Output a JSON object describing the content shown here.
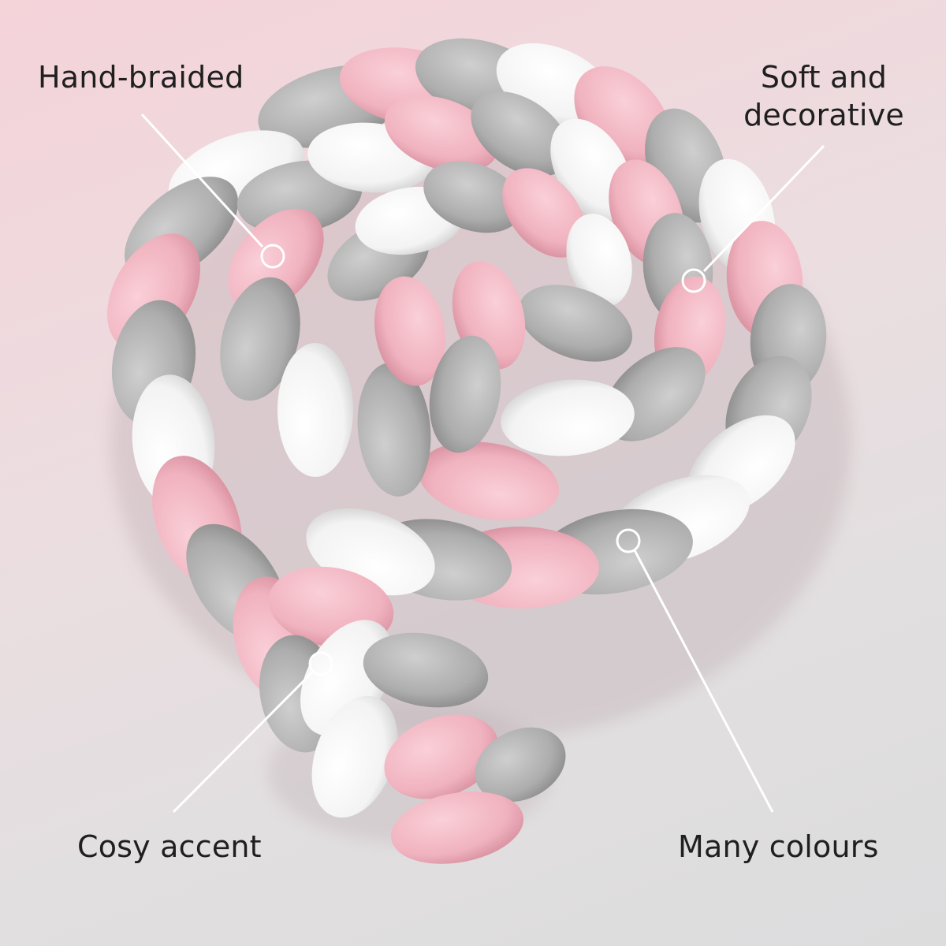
{
  "annotations": {
    "hand_braided": "Hand-braided",
    "soft_line1": "Soft and",
    "soft_line2": "decorative",
    "cosy_accent": "Cosy accent",
    "many_colours": "Many colours"
  },
  "colors": {
    "background_top": "#f4d3d9",
    "background_bottom": "#dcdcdd",
    "strand_pink": "#f2b7c3",
    "strand_grey": "#b2b2b2",
    "strand_white": "#fbfbfb",
    "callout_line": "#ffffff",
    "text": "#1f1f1f"
  }
}
